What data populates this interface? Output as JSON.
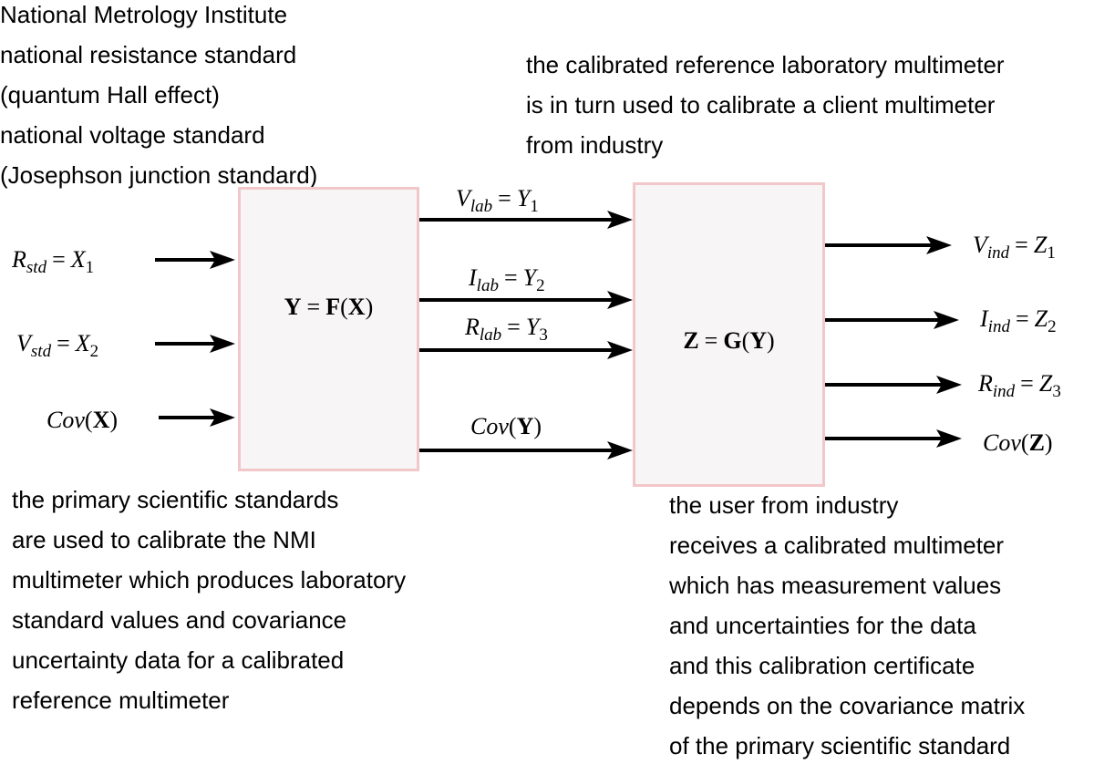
{
  "notes": {
    "nmi": [
      "National Metrology Institute",
      "national resistance standard",
      "(quantum Hall effect)",
      "national voltage standard",
      "(Josephson junction standard)"
    ],
    "reference": [
      "the calibrated reference laboratory multimeter",
      "is in turn used to calibrate a client multimeter",
      "from industry"
    ],
    "primary": [
      "the primary scientific standards",
      "are used to calibrate the NMI",
      "multimeter which produces laboratory",
      "standard values and covariance",
      "uncertainty data for a calibrated",
      "reference multimeter"
    ],
    "user": [
      "the user from industry",
      "receives a calibrated multimeter",
      "which has measurement values",
      "and uncertainties for the data",
      "and this calibration certificate",
      "depends on the covariance matrix",
      "of the primary scientific standard"
    ]
  },
  "box_f": {
    "y": "Y",
    "eq": "=",
    "f": "F",
    "open": "(",
    "x": "X",
    "close": ")"
  },
  "box_g": {
    "z": "Z",
    "eq": "=",
    "g": "G",
    "open": "(",
    "y": "Y",
    "close": ")"
  },
  "inputs": {
    "r_std": {
      "var": "R",
      "sub": "std",
      "eq": "=",
      "rhs": "X",
      "idx": "1"
    },
    "v_std": {
      "var": "V",
      "sub": "std",
      "eq": "=",
      "rhs": "X",
      "idx": "2"
    },
    "cov_x": {
      "fn": "Cov",
      "open": "(",
      "arg": "X",
      "close": ")"
    }
  },
  "lab": {
    "v_lab": {
      "var": "V",
      "sub": "lab",
      "eq": "=",
      "rhs": "Y",
      "idx": "1"
    },
    "i_lab": {
      "var": "I",
      "sub": "lab",
      "eq": "=",
      "rhs": "Y",
      "idx": "2"
    },
    "r_lab": {
      "var": "R",
      "sub": "lab",
      "eq": "=",
      "rhs": "Y",
      "idx": "3"
    },
    "cov_y": {
      "fn": "Cov",
      "open": "(",
      "arg": "Y",
      "close": ")"
    }
  },
  "ind": {
    "v_ind": {
      "var": "V",
      "sub": "ind",
      "eq": "=",
      "rhs": "Z",
      "idx": "1"
    },
    "i_ind": {
      "var": "I",
      "sub": "ind",
      "eq": "=",
      "rhs": "Z",
      "idx": "2"
    },
    "r_ind": {
      "var": "R",
      "sub": "ind",
      "eq": "=",
      "rhs": "Z",
      "idx": "3"
    },
    "cov_z": {
      "fn": "Cov",
      "open": "(",
      "arg": "Z",
      "close": ")"
    }
  },
  "colors": {
    "box_fill": "#f7f5f6",
    "box_border": "#f2c7c9",
    "arrow": "#000000",
    "text": "#000000"
  }
}
